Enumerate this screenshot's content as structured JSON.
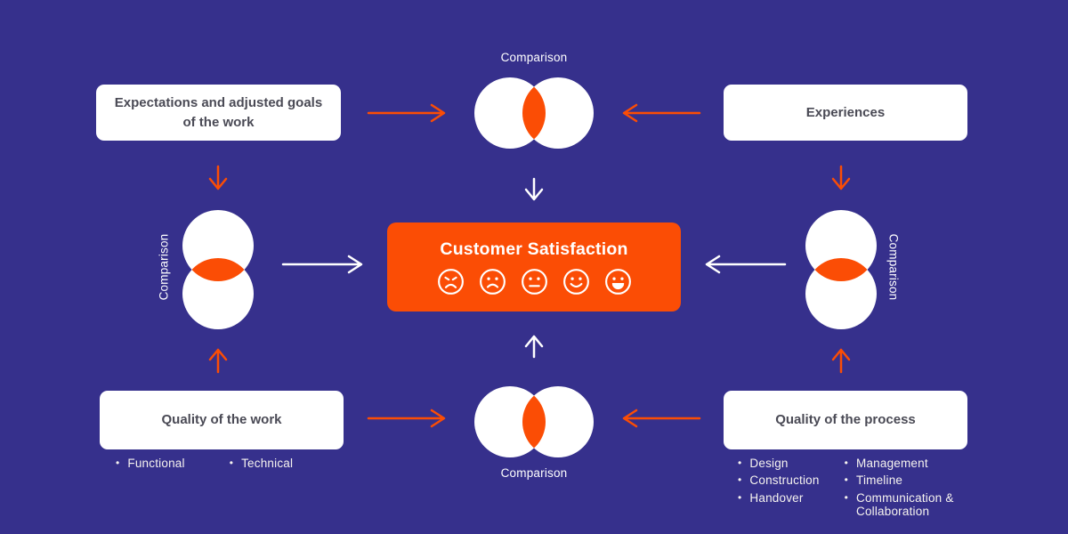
{
  "diagram": {
    "background_color": "#36308c",
    "accent_color": "#fb4d05",
    "box_bg_color": "#ffffff",
    "box_text_color": "#4a4a55",
    "center": {
      "title": "Customer Satisfaction",
      "faces": [
        "angry-face",
        "sad-face",
        "neutral-face",
        "smile-face",
        "grin-face"
      ]
    },
    "labels": {
      "comparison_top": "Comparison",
      "comparison_left": "Comparison",
      "comparison_right": "Comparison",
      "comparison_bottom": "Comparison"
    },
    "boxes": {
      "top_left": {
        "label": "Expectations and adjusted goals of the work"
      },
      "top_right": {
        "label": "Experiences"
      },
      "bottom_left": {
        "label": "Quality of the work",
        "bullets": [
          "Functional",
          "Technical"
        ]
      },
      "bottom_right": {
        "label": "Quality of the process",
        "bullets_left": [
          "Design",
          "Construction",
          "Handover"
        ],
        "bullets_right": [
          "Management",
          "Timeline",
          "Communication & Collaboration"
        ]
      }
    }
  }
}
